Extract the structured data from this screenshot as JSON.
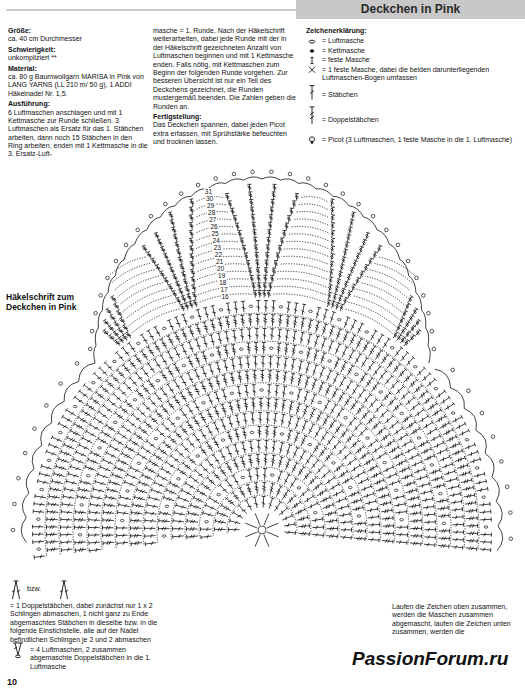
{
  "diagram": {
    "title": "Deckchen in Pink",
    "labels": [
      "Größe:",
      "ca. 40 cm Durchmesser",
      "Schwierigkeit:",
      "unkompliziert **",
      "Material:",
      "ca. 80 g Baumwollgarn MARISA in Pink von LANG YARNS (LL 210 m/ 50 g), 1 ADDI Häkelnadel Nr. 1,5.",
      "Ausführung:",
      "6 Luftmaschen anschlagen und mit 1 Kettmasche zur Runde schließen. 3 Luftmaschen als Ersatz für das 1. Stäbchen arbeiten, dann noch 15 Stäbchen in den Ring arbeiten, enden mit 1 Kettmasche in die 3. Ersatz-Luft-",
      "masche = 1. Runde. Nach der Häkelschrift weiterarbeiten, dabei jede Runde mit der in der Häkelschrift gezeichneten Anzahl von Luftmaschen beginnen und mit 1 Kettmasche enden. Falls nötig, mit Kettmaschen zum Beginn der folgenden Runde vorgehen. Zur besseren Übersicht ist nur ein Teil des Deckchens gezeichnet, die Runden mustergemäß beenden. Die Zahlen geben die Runden an.",
      "Fertigstellung:",
      "Das Deckchen spannen, dabei jeden Picot extra erfassen, mit Sprühstärke befeuchten und trocknen lassen.",
      "Zeichenerklärung:",
      "Häkelschrift zum Deckchen in Pink",
      "31",
      "30",
      "29",
      "28",
      "27",
      "26",
      "25",
      "24",
      "23",
      "22",
      "21",
      "20",
      "19",
      "18",
      "17",
      "16",
      "bzw.",
      "Laufen die Zeichen oben zusammen, werden die Maschen zusammen abgemascht, laufen die Zeichen unten zusammen, werden die",
      "PassionForum.ru",
      "10"
    ],
    "legend": [
      {
        "text": "= Luftmasche"
      },
      {
        "text": "= Kettmasche"
      },
      {
        "text": "= feste Masche"
      },
      {
        "text": "= 1 feste Masche, dabei die beiden darunterliegenden Luftmaschen-Bogen umfassen"
      },
      {
        "text": "= Stäbchen"
      },
      {
        "text": "= Doppelstäbchen"
      },
      {
        "text": "= Picot (3 Luftmaschen, 1 feste Masche in die 1. Luftmasche)"
      },
      {
        "text": "= 1 Doppelstäbchen, dabei zunächst nur 1 x 2 Schlingen abmaschen, 1 nicht ganz zu Ende abgemaschtes Stäbchen in dieselbe bzw. in die folgende Einstichstelle, alle auf der Nadel befindlichen Schlingen je 2 und 2 abmaschen"
      },
      {
        "text": "= 4 Luftmaschen, 2 zusammen abgemaschte Doppelstäbchen in die 1. Luftmasche"
      }
    ]
  }
}
